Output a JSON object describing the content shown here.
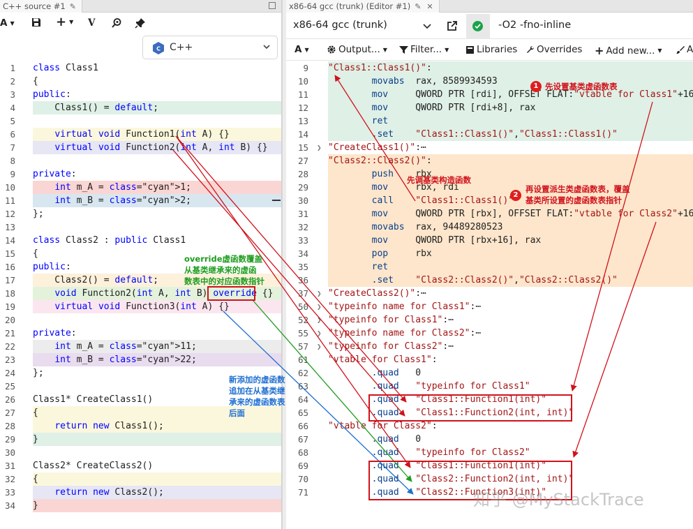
{
  "left": {
    "tab_title": "C++ source #1",
    "toolbar": {
      "font_label": "A",
      "save_icon": "floppy-icon",
      "add_label": "+",
      "vim_label": "V",
      "search_icon": "zoom-icon",
      "pin_icon": "pin-icon"
    },
    "language": "C++",
    "lines": [
      {
        "n": "1",
        "code": "class Class1"
      },
      {
        "n": "2",
        "code": "{"
      },
      {
        "n": "3",
        "code": "public:"
      },
      {
        "n": "4",
        "code": "    Class1() = default;"
      },
      {
        "n": "5",
        "code": ""
      },
      {
        "n": "6",
        "code": "    virtual void Function1(int A) {}"
      },
      {
        "n": "7",
        "code": "    virtual void Function2(int A, int B) {}"
      },
      {
        "n": "8",
        "code": ""
      },
      {
        "n": "9",
        "code": "private:"
      },
      {
        "n": "10",
        "code": "    int m_A = 1;"
      },
      {
        "n": "11",
        "code": "    int m_B = 2;"
      },
      {
        "n": "12",
        "code": "};"
      },
      {
        "n": "13",
        "code": ""
      },
      {
        "n": "14",
        "code": "class Class2 : public Class1"
      },
      {
        "n": "15",
        "code": "{"
      },
      {
        "n": "16",
        "code": "public:"
      },
      {
        "n": "17",
        "code": "    Class2() = default;"
      },
      {
        "n": "18",
        "code": "    void Function2(int A, int B) override {}"
      },
      {
        "n": "19",
        "code": "    virtual void Function3(int A) {}"
      },
      {
        "n": "20",
        "code": ""
      },
      {
        "n": "21",
        "code": "private:"
      },
      {
        "n": "22",
        "code": "    int m_A = 11;"
      },
      {
        "n": "23",
        "code": "    int m_B = 22;"
      },
      {
        "n": "24",
        "code": "};"
      },
      {
        "n": "25",
        "code": ""
      },
      {
        "n": "26",
        "code": "Class1* CreateClass1()"
      },
      {
        "n": "27",
        "code": "{"
      },
      {
        "n": "28",
        "code": "    return new Class1();"
      },
      {
        "n": "29",
        "code": "}"
      },
      {
        "n": "30",
        "code": ""
      },
      {
        "n": "31",
        "code": "Class2* CreateClass2()"
      },
      {
        "n": "32",
        "code": "{"
      },
      {
        "n": "33",
        "code": "    return new Class2();"
      },
      {
        "n": "34",
        "code": "}"
      }
    ]
  },
  "right": {
    "tab_title": "x86-64 gcc (trunk) (Editor #1)",
    "compiler": "x86-64 gcc (trunk)",
    "flags": "-O2 -fno-inline",
    "toolbar": {
      "font_label": "A",
      "output_label": "Output...",
      "filter_label": "Filter...",
      "libraries_label": "Libraries",
      "overrides_label": "Overrides",
      "add_new_label": "Add new...",
      "trailing_label": "A"
    },
    "lines": [
      {
        "n": "9",
        "code": "\"Class1::Class1()\":"
      },
      {
        "n": "10",
        "code": "        movabs  rax, 8589934593"
      },
      {
        "n": "11",
        "code": "        mov     QWORD PTR [rdi], OFFSET FLAT:\"vtable for Class1\"+16"
      },
      {
        "n": "12",
        "code": "        mov     QWORD PTR [rdi+8], rax"
      },
      {
        "n": "13",
        "code": "        ret"
      },
      {
        "n": "14",
        "code": "        .set    \"Class1::Class1()\",\"Class1::Class1()\""
      },
      {
        "n": "15",
        "code": "\"CreateClass1()\":⋯"
      },
      {
        "n": "27",
        "code": "\"Class2::Class2()\":"
      },
      {
        "n": "28",
        "code": "        push    rbx"
      },
      {
        "n": "29",
        "code": "        mov     rbx, rdi"
      },
      {
        "n": "30",
        "code": "        call    \"Class1::Class1()\""
      },
      {
        "n": "31",
        "code": "        mov     QWORD PTR [rbx], OFFSET FLAT:\"vtable for Class2\"+16"
      },
      {
        "n": "32",
        "code": "        movabs  rax, 94489280523"
      },
      {
        "n": "33",
        "code": "        mov     QWORD PTR [rbx+16], rax"
      },
      {
        "n": "34",
        "code": "        pop     rbx"
      },
      {
        "n": "35",
        "code": "        ret"
      },
      {
        "n": "36",
        "code": "        .set    \"Class2::Class2()\",\"Class2::Class2()\""
      },
      {
        "n": "37",
        "code": "\"CreateClass2()\":⋯"
      },
      {
        "n": "50",
        "code": "\"typeinfo name for Class1\":⋯"
      },
      {
        "n": "52",
        "code": "\"typeinfo for Class1\":⋯"
      },
      {
        "n": "55",
        "code": "\"typeinfo name for Class2\":⋯"
      },
      {
        "n": "57",
        "code": "\"typeinfo for Class2\":⋯"
      },
      {
        "n": "61",
        "code": "\"vtable for Class1\":"
      },
      {
        "n": "62",
        "code": "        .quad   0"
      },
      {
        "n": "63",
        "code": "        .quad   \"typeinfo for Class1\""
      },
      {
        "n": "64",
        "code": "        .quad   \"Class1::Function1(int)\""
      },
      {
        "n": "65",
        "code": "        .quad   \"Class1::Function2(int, int)\""
      },
      {
        "n": "66",
        "code": "\"vtable for Class2\":"
      },
      {
        "n": "67",
        "code": "        .quad   0"
      },
      {
        "n": "68",
        "code": "        .quad   \"typeinfo for Class2\""
      },
      {
        "n": "69",
        "code": "        .quad   \"Class1::Function1(int)\""
      },
      {
        "n": "70",
        "code": "        .quad   \"Class2::Function2(int, int)\""
      },
      {
        "n": "71",
        "code": "        .quad   \"Class2::Function3(int)\""
      }
    ]
  },
  "annotations": {
    "step1_badge": "1",
    "step1": "先设置基类虚函数表",
    "call_base": "先调基类构造函数",
    "step2_badge": "2",
    "step2_line1": "再设置派生类虚函数表，覆盖",
    "step2_line2": "基类所设置的虚函数表指针",
    "override_line1": "override虚函数覆盖",
    "override_line2": "从基类继承来的虚函",
    "override_line3": "数表中的对应函数指针",
    "newvirt_line1": "新添加的虚函数",
    "newvirt_line2": "追加在从基类继",
    "newvirt_line3": "承来的虚函数表",
    "newvirt_line4": "后面",
    "watermark": "知乎 @MyStackTrace"
  },
  "colors": {
    "red": "#d0121b",
    "green": "#1f9d1f",
    "blue": "#1f6fd0",
    "ok": "#1aa34a"
  }
}
